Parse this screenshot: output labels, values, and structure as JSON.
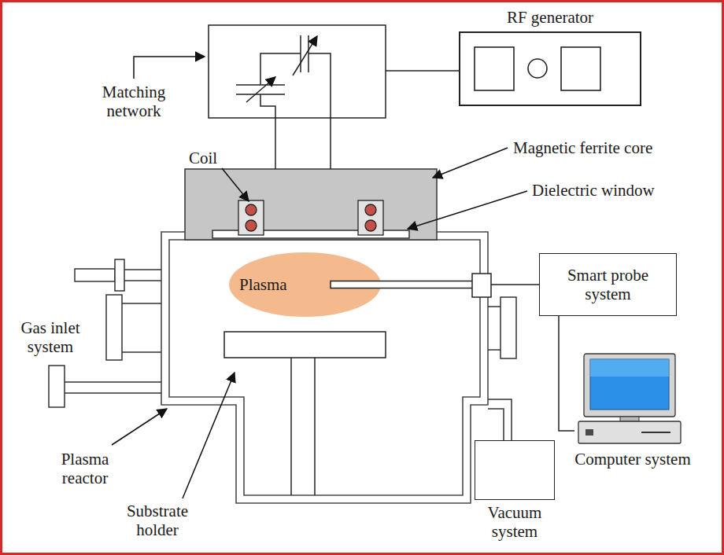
{
  "diagram": {
    "nodes": [
      {
        "text": [
          "RF generator"
        ]
      },
      {
        "text": [
          "Plasma"
        ]
      },
      {
        "text": [
          "Smart probe system"
        ]
      },
      {
        "text": [
          "Computer system"
        ]
      },
      {
        "text": [
          "Vacuum system"
        ]
      }
    ],
    "edges": [
      {
        "from": 1,
        "to": 2,
        "arrow": "none"
      },
      {
        "from": 2,
        "to": 3,
        "arrow": "none"
      }
    ],
    "labels": [
      "Matching network",
      "Magnetic ferrite core",
      "Coil",
      "Dielectric window",
      "Gas inlet system",
      "Plasma reactor",
      "Substrate holder"
    ]
  }
}
